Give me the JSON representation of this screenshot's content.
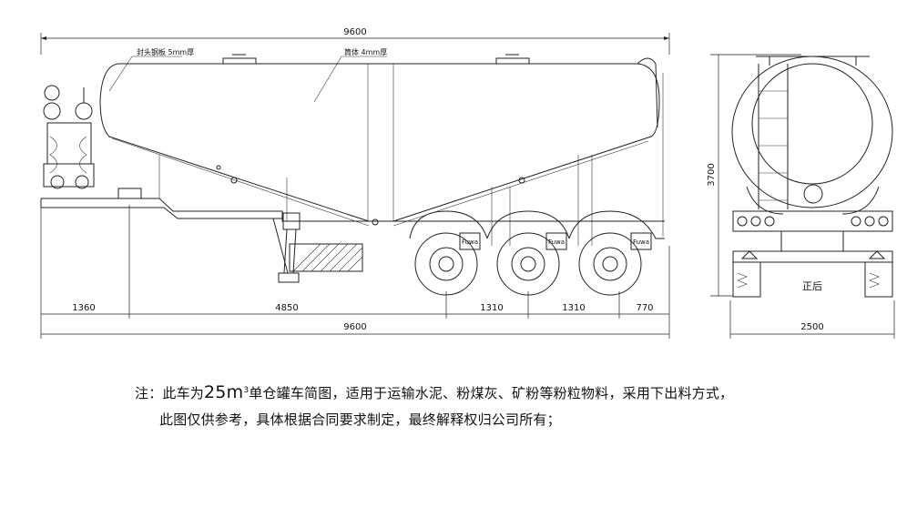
{
  "dims": {
    "side_total_top": "9600",
    "side_total_bottom": "9600",
    "seg_1": "1360",
    "seg_2": "4850",
    "seg_3": "1310",
    "seg_4": "1310",
    "seg_5": "770",
    "height": "3700",
    "width": "2500"
  },
  "labels": {
    "plate_end": "封头钢板 5mm厚",
    "plate_shell": "筒体 4mm厚",
    "rear_view": "正后",
    "brand": "Fuwa"
  },
  "note": {
    "prefix": "注：此车为",
    "volume_num": "25",
    "volume_unit": "m",
    "volume_sup": "3",
    "line1_rest": "单仓罐车简图，适用于运输水泥、粉煤灰、矿粉等粉粒物料，采用下出料方式，",
    "line2": "此图仅供参考，具体根据合同要求制定，最终解释权归公司所有；"
  }
}
